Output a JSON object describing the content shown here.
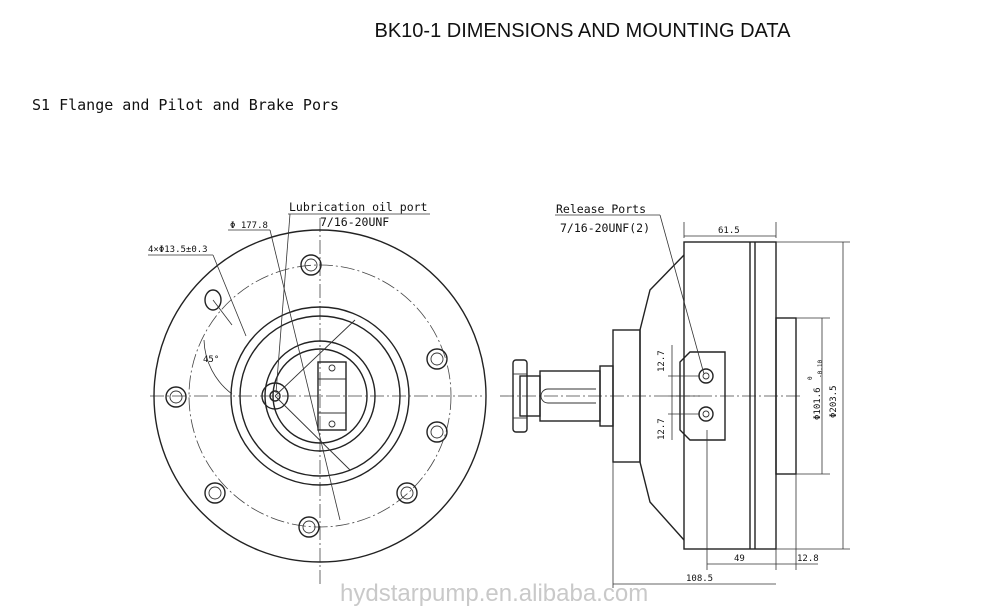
{
  "title": "BK10-1 DIMENSIONS AND MOUNTING DATA",
  "subtitle": "S1 Flange and Pilot and Brake Pors",
  "front_view": {
    "lubrication_label": "Lubrication oil port",
    "lubrication_thread": "7/16-20UNF",
    "dia_bolt_circle": "Φ 177.8",
    "holes": "4×Φ13.5±0.3",
    "angle": "45°"
  },
  "side_view": {
    "release_label": "Release Ports",
    "release_thread": "7/16-20UNF(2)",
    "dim_top": "61.5",
    "dim_port_upper": "12.7",
    "dim_port_lower": "12.7",
    "dim_pilot": "Φ101.6",
    "dim_pilot_tol_upper": "0",
    "dim_pilot_tol_lower": "-0.10",
    "dim_outer": "Φ203.5",
    "dim_49": "49",
    "dim_12_8": "12.8",
    "dim_108_5": "108.5"
  },
  "watermark": "hydstarpump.en.alibaba.com"
}
